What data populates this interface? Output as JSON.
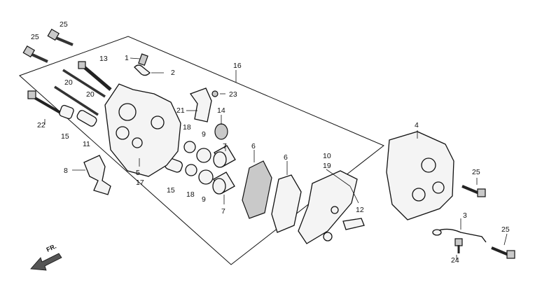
{
  "callouts": {
    "c1": "1",
    "c2": "2",
    "c3": "3",
    "c4": "4",
    "c5": "5",
    "c17": "17",
    "c6a": "6",
    "c6b": "6",
    "c7a": "7",
    "c7b": "7",
    "c8": "8",
    "c9a": "9",
    "c9b": "9",
    "c10": "10",
    "c19": "19",
    "c11": "11",
    "c12": "12",
    "c13": "13",
    "c14": "14",
    "c15a": "15",
    "c15b": "15",
    "c16": "16",
    "c18a": "18",
    "c18b": "18",
    "c20a": "20",
    "c20b": "20",
    "c21": "21",
    "c22": "22",
    "c23": "23",
    "c24": "24",
    "c25a": "25",
    "c25b": "25",
    "c25c": "25",
    "c25d": "25"
  },
  "direction_label": "FR."
}
